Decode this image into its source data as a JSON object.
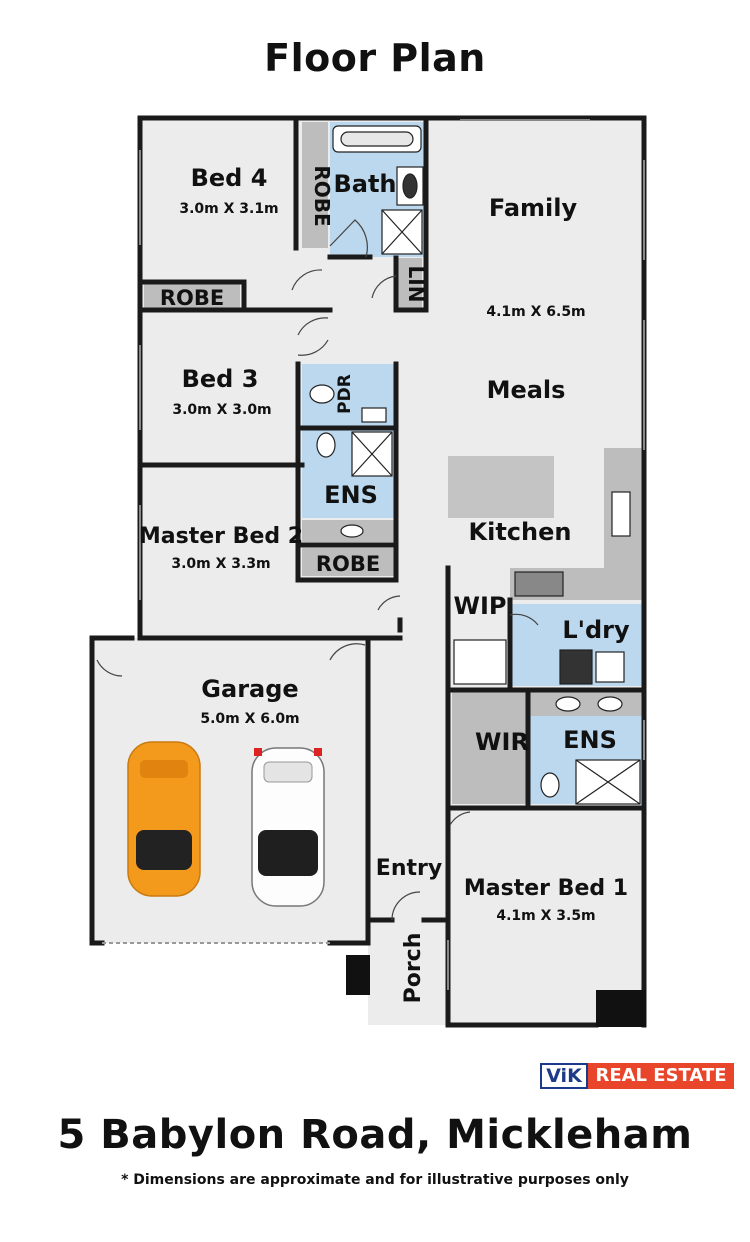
{
  "title": "Floor Plan",
  "rooms": {
    "bed4": {
      "name": "Bed 4",
      "dims": "3.0m X 3.1m"
    },
    "robe_bed4": "ROBE",
    "bath": "Bath",
    "lin": "LIN",
    "robe_bed3": "ROBE",
    "bed3": {
      "name": "Bed 3",
      "dims": "3.0m X 3.0m"
    },
    "pdr": "PDR",
    "ens2": "ENS",
    "master2": {
      "name": "Master Bed 2",
      "dims": "3.0m X 3.3m"
    },
    "robe_master2": "ROBE",
    "family": {
      "name": "Family",
      "dims": "4.1m X 6.5m"
    },
    "meals": "Meals",
    "kitchen": "Kitchen",
    "wip": "WIP",
    "laundry": "L'dry",
    "wir": "WIR",
    "ens1": "ENS",
    "garage": {
      "name": "Garage",
      "dims": "5.0m X 6.0m"
    },
    "entry": "Entry",
    "porch": "Porch",
    "master1": {
      "name": "Master Bed 1",
      "dims": "4.1m X 3.5m"
    }
  },
  "logo": {
    "vik": "ViK",
    "real_estate": "REAL ESTATE"
  },
  "address": "5 Babylon Road, Mickleham",
  "disclaimer": "* Dimensions are approximate and for illustrative purposes only",
  "colors": {
    "wet_area": "#bcd8ee",
    "robe": "#bdbdbd",
    "wall": "#1a1a1a",
    "floor": "#ebebeb",
    "car1": "#f39a1d",
    "car2": "#ffffff"
  }
}
